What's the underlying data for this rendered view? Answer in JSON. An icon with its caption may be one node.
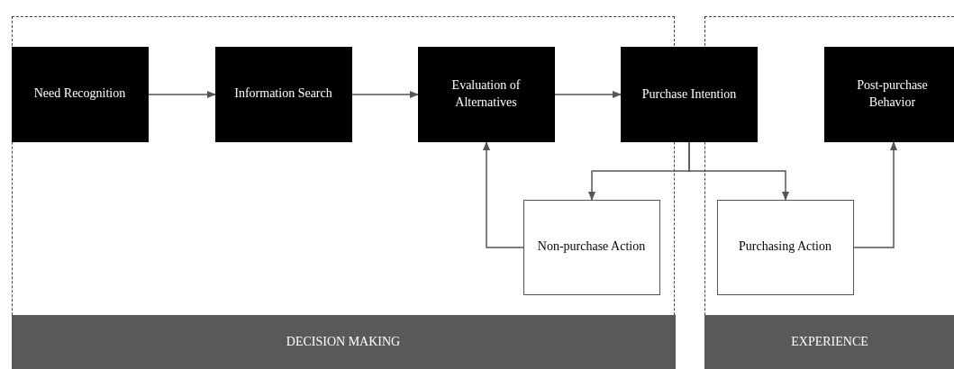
{
  "diagram": {
    "nodes": [
      {
        "text": [
          "DECISION MAKING"
        ]
      },
      {
        "text": [
          "EXPERIENCE"
        ]
      },
      {
        "text": [
          "Need Recognition"
        ],
        "in": 0
      },
      {
        "text": [
          "Information Search"
        ],
        "in": 0
      },
      {
        "text": [
          "Evaluation of Alternatives"
        ],
        "in": 0
      },
      {
        "text": [
          "Purchase Intention"
        ]
      },
      {
        "text": [
          "Post-purchase Behavior"
        ],
        "in": 1
      },
      {
        "text": [
          "Non-purchase Action"
        ],
        "in": 0
      },
      {
        "text": [
          "Purchasing Action"
        ],
        "in": 1
      }
    ],
    "edges": [
      {
        "from": 2,
        "to": 3,
        "arrow": "to"
      },
      {
        "from": 3,
        "to": 4,
        "arrow": "to"
      },
      {
        "from": 4,
        "to": 5,
        "arrow": "to"
      },
      {
        "from": 5,
        "to": 7,
        "arrow": "to"
      },
      {
        "from": 5,
        "to": 8,
        "arrow": "to"
      },
      {
        "from": 7,
        "to": 4,
        "arrow": "to"
      },
      {
        "from": 8,
        "to": 6,
        "arrow": "to"
      }
    ]
  }
}
